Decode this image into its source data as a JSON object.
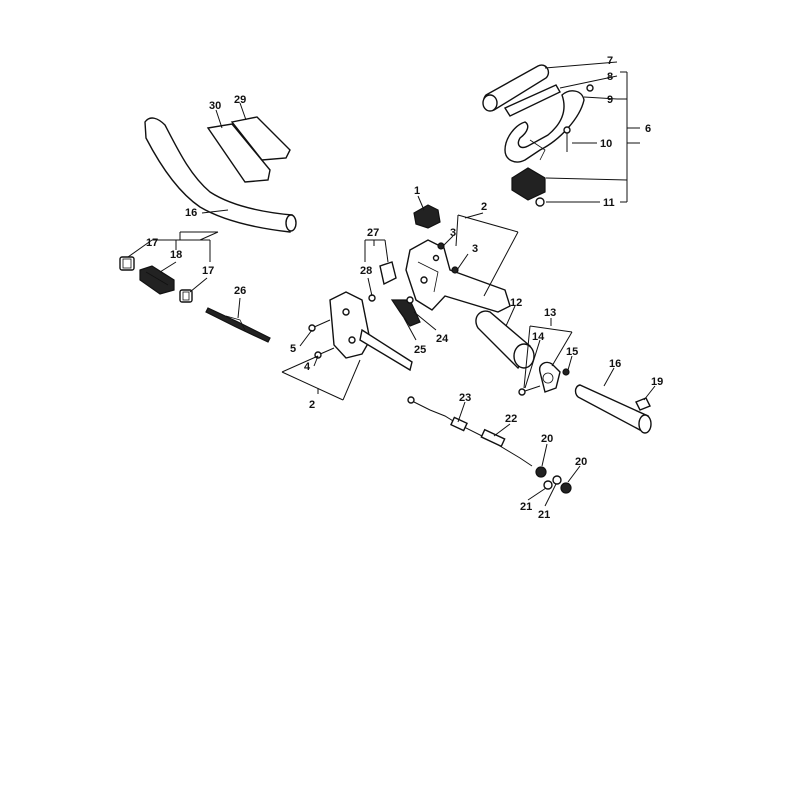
{
  "callouts": {
    "c1": "1",
    "c2a": "2",
    "c2b": "2",
    "c3a": "3",
    "c3b": "3",
    "c4": "4",
    "c5": "5",
    "c6": "6",
    "c7": "7",
    "c8": "8",
    "c9": "9",
    "c10": "10",
    "c11": "11",
    "c12": "12",
    "c13": "13",
    "c14": "14",
    "c15": "15",
    "c16a": "16",
    "c16b": "16",
    "c17a": "17",
    "c17b": "17",
    "c18": "18",
    "c19": "19",
    "c20a": "20",
    "c20b": "20",
    "c21a": "21",
    "c21b": "21",
    "c22": "22",
    "c23": "23",
    "c24": "24",
    "c25": "25",
    "c26": "26",
    "c27": "27",
    "c28": "28",
    "c29": "29",
    "c30": "30"
  }
}
